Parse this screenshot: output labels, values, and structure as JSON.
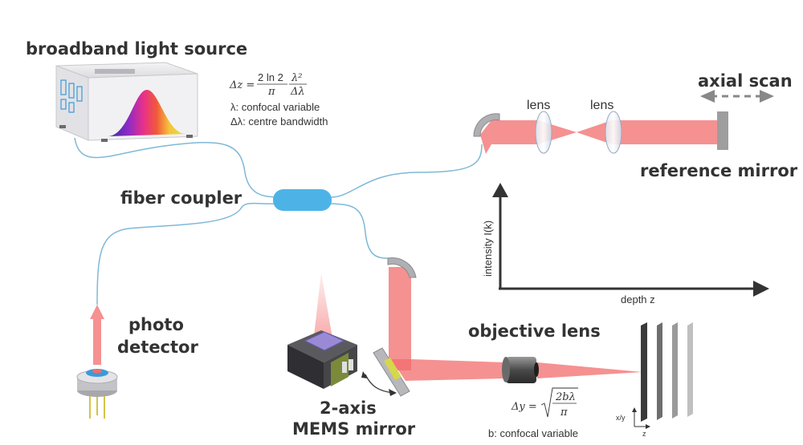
{
  "labels": {
    "light_source": "broadband light source",
    "fiber_coupler": "fiber coupler",
    "photo_detector_1": "photo",
    "photo_detector_2": "detector",
    "mems_1": "2-axis",
    "mems_2": "MEMS mirror",
    "objective_lens": "objective lens",
    "lens_1": "lens",
    "lens_2": "lens",
    "axial_scan": "axial scan",
    "reference_mirror": "reference mirror",
    "y_axis": "intensity I(k)",
    "x_axis": "depth z",
    "sample_axis_xy": "x/y",
    "sample_axis_z": "z"
  },
  "formulas": {
    "dz_lhs": "Δz =",
    "dz_num": "2 ln 2",
    "dz_den": "π",
    "dz_num2": "λ²",
    "dz_den2": "Δλ",
    "lambda_def": "λ: confocal variable",
    "dlambda_def": "Δλ: centre bandwidth",
    "dy_lhs": "Δy =",
    "dy_num": "2bλ",
    "dy_den": "π",
    "b_def": "b: confocal variable"
  },
  "colors": {
    "beam": "#f26c6c",
    "fiber": "#7fb8d8",
    "coupler": "#4db3e6",
    "text": "#333333"
  }
}
